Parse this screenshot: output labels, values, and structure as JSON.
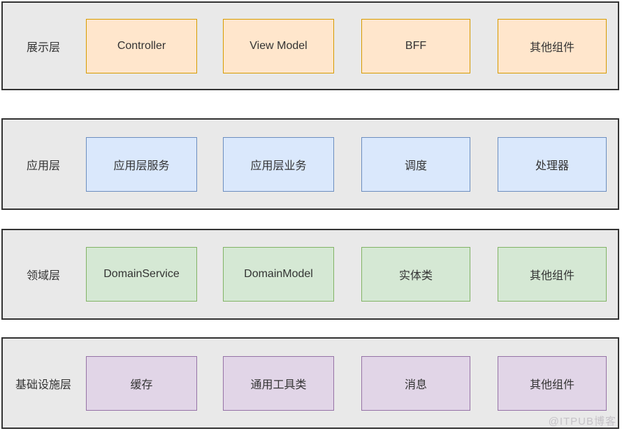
{
  "band": {
    "fill": "#E9E9E9",
    "border": "#333333"
  },
  "layers": [
    {
      "label": "展示层",
      "fill": "#FFE6CC",
      "border": "#D79B00",
      "boxes": [
        {
          "label": "Controller"
        },
        {
          "label": "View Model"
        },
        {
          "label": "BFF"
        },
        {
          "label": "其他组件"
        }
      ]
    },
    {
      "label": "应用层",
      "fill": "#DAE8FC",
      "border": "#6C8EBF",
      "boxes": [
        {
          "label": "应用层服务"
        },
        {
          "label": "应用层业务"
        },
        {
          "label": "调度"
        },
        {
          "label": "处理器"
        }
      ]
    },
    {
      "label": "领域层",
      "fill": "#D5E8D4",
      "border": "#82B366",
      "boxes": [
        {
          "label": "DomainService"
        },
        {
          "label": "DomainModel"
        },
        {
          "label": "实体类"
        },
        {
          "label": "其他组件"
        }
      ]
    },
    {
      "label": "基础设施层",
      "fill": "#E1D5E7",
      "border": "#9673A6",
      "boxes": [
        {
          "label": "缓存"
        },
        {
          "label": "通用工具类"
        },
        {
          "label": "消息"
        },
        {
          "label": "其他组件"
        }
      ]
    }
  ],
  "watermark": {
    "text": "@ITPUB博客",
    "color": "#C6C3C8"
  }
}
